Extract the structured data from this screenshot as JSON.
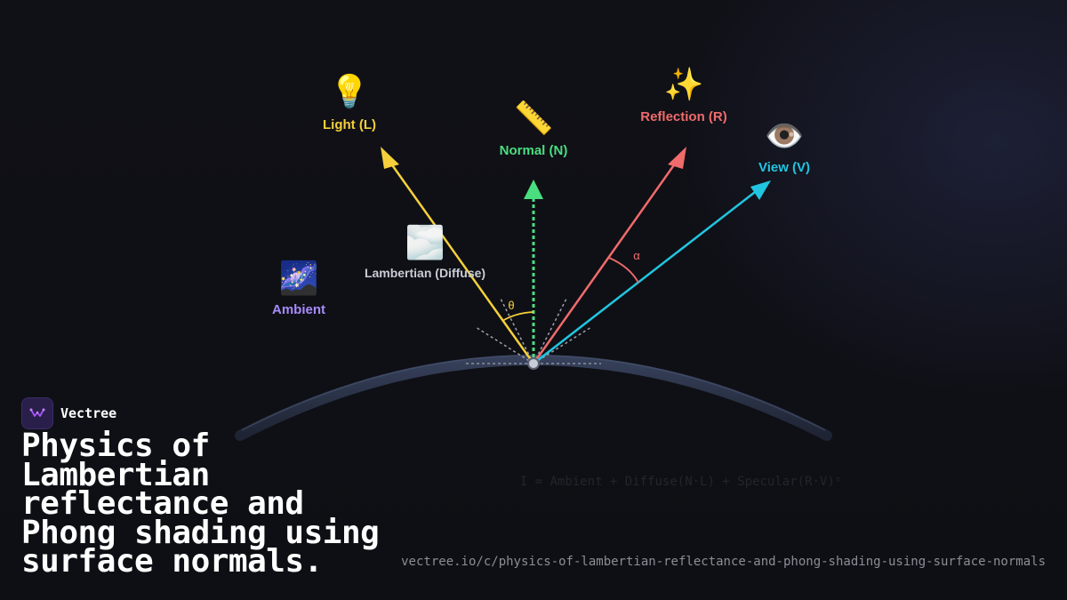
{
  "brand": {
    "name": "Vectree"
  },
  "title": "Physics of Lambertian reflectance and Phong shading using surface normals.",
  "url": "vectree.io/c/physics-of-lambertian-reflectance-and-phong-shading-using-surface-normals",
  "formula": "I = Ambient + Diffuse(N·L) + Specular(R·V)ⁿ",
  "vectors": {
    "light": {
      "label": "Light (L)",
      "icon": "💡",
      "color": "#f5d03b"
    },
    "normal": {
      "label": "Normal (N)",
      "icon": "📏",
      "color": "#4ade80"
    },
    "reflection": {
      "label": "Reflection (R)",
      "icon": "✨",
      "color": "#f06b6b"
    },
    "view": {
      "label": "View (V)",
      "icon": "👁️",
      "color": "#22c5e0"
    }
  },
  "components": {
    "diffuse": {
      "label": "Lambertian (Diffuse)",
      "icon": "🌫️",
      "color": "#c8ccd4"
    },
    "ambient": {
      "label": "Ambient",
      "icon": "🌌",
      "color": "#a78bfa"
    }
  },
  "angles": {
    "theta": "θ",
    "alpha": "α"
  }
}
